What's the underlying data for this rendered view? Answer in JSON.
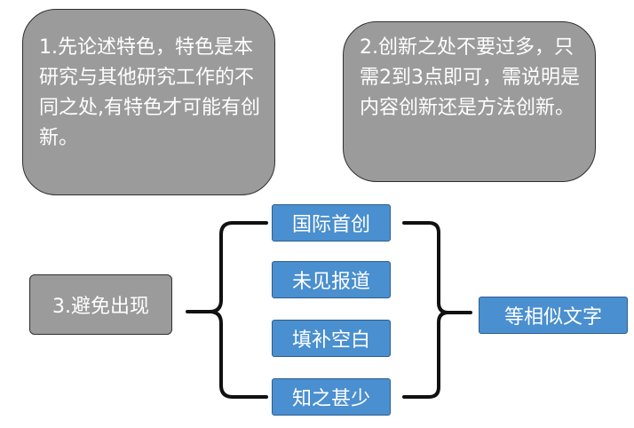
{
  "box1": {
    "text": "1.先论述特色，特色是本研究与其他研究工作的不同之处,有特色才可能有创新。"
  },
  "box2": {
    "text": "2.创新之处不要过多，只需2到3点即可，需说明是内容创新还是方法创新。"
  },
  "box3": {
    "text": "3.避免出现"
  },
  "items": [
    {
      "label": "国际首创"
    },
    {
      "label": "未见报道"
    },
    {
      "label": "填补空白"
    },
    {
      "label": "知之甚少"
    }
  ],
  "result": {
    "label": "等相似文字"
  },
  "colors": {
    "gray_box": "#9b9b9b",
    "blue_box": "#4a8fcf",
    "brace": "#111111",
    "text": "#ffffff"
  }
}
